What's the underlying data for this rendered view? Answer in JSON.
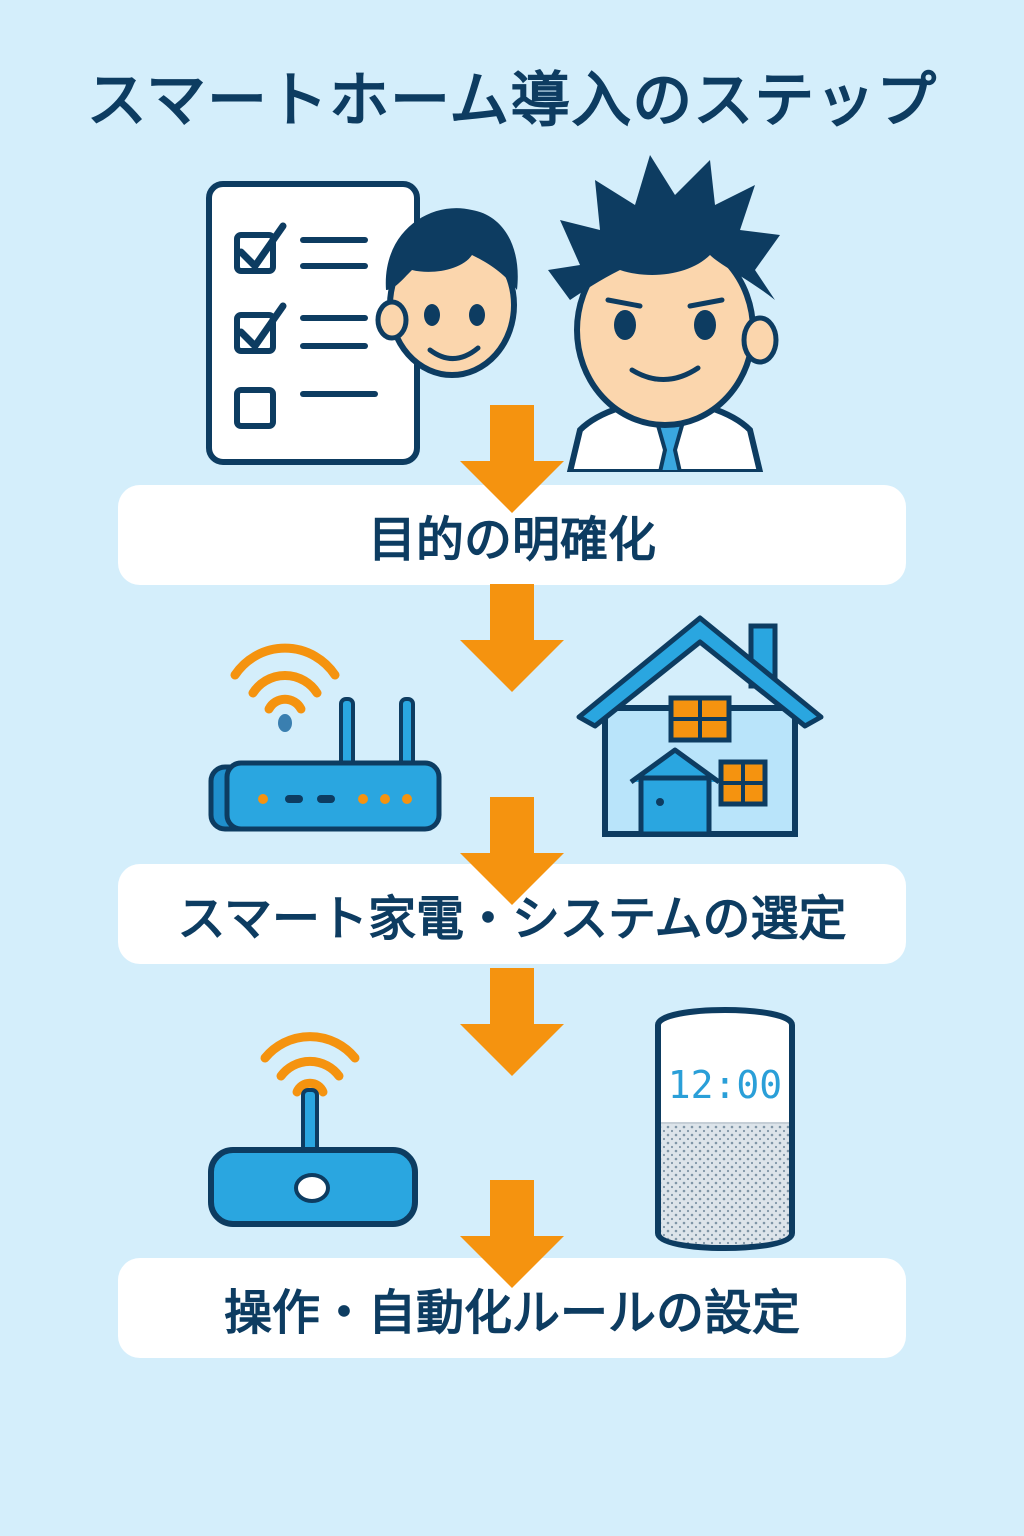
{
  "title": "スマートホーム導入のステップ",
  "steps": [
    {
      "label": "目的の明確化"
    },
    {
      "label": "スマート家電・システムの選定"
    },
    {
      "label": "操作・自動化ルールの設定"
    }
  ],
  "speaker_display": "12:00",
  "colors": {
    "background": "#d4eefb",
    "navy": "#0d3c61",
    "arrow": "#f5930f",
    "device_blue": "#2aa6e0",
    "house_blue": "#b9e4fa"
  },
  "icons": [
    "checklist-icon",
    "child-icon",
    "man-icon",
    "router-icon",
    "wifi-icon",
    "house-icon",
    "hub-icon",
    "smart-speaker-icon",
    "arrow-down-icon"
  ]
}
